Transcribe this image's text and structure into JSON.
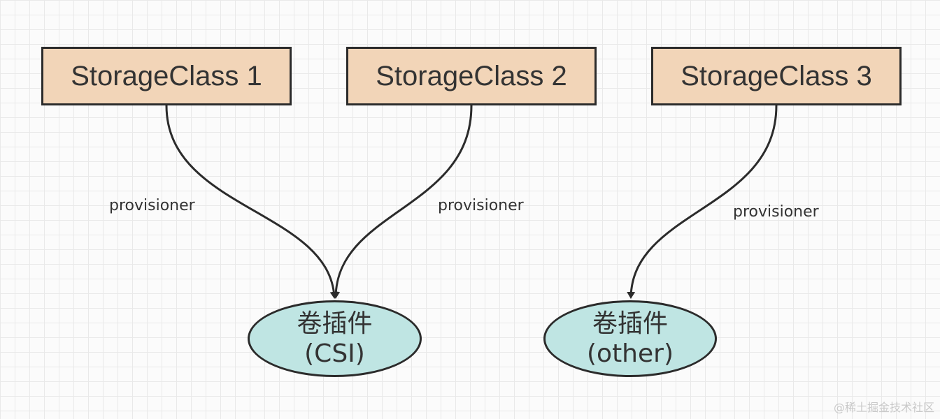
{
  "nodes": {
    "storage_class_1": "StorageClass 1",
    "storage_class_2": "StorageClass 2",
    "storage_class_3": "StorageClass 3",
    "plugin_csi": {
      "line1": "卷插件",
      "line2": "(CSI)"
    },
    "plugin_other": {
      "line1": "卷插件",
      "line2": "(other)"
    }
  },
  "edges": [
    {
      "from": "StorageClass 1",
      "to": "卷插件 (CSI)",
      "label": "provisioner"
    },
    {
      "from": "StorageClass 2",
      "to": "卷插件 (CSI)",
      "label": "provisioner"
    },
    {
      "from": "StorageClass 3",
      "to": "卷插件 (other)",
      "label": "provisioner"
    }
  ],
  "watermark": "@稀土掘金技术社区",
  "colors": {
    "box_fill": "#f2d5b8",
    "ellipse_fill": "#bfe5e3",
    "stroke": "#2b2b2b",
    "grid": "#e9e9e9"
  }
}
